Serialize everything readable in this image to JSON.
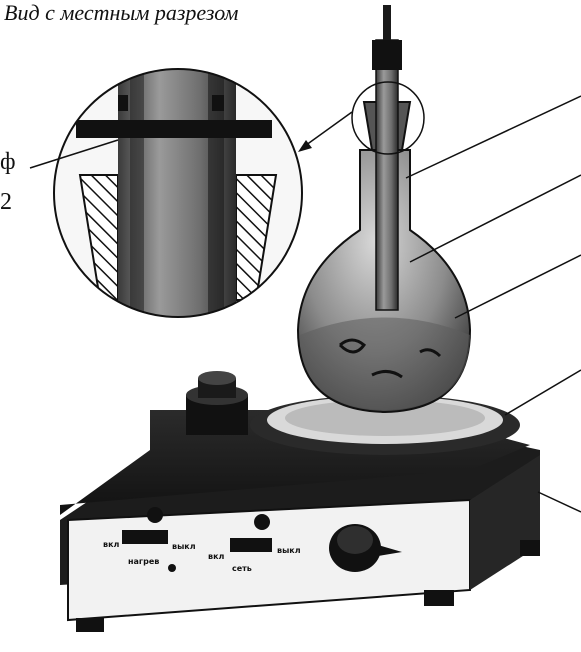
{
  "figure": {
    "title": "Вид с местным разрезом",
    "cut_labels": [
      "ф",
      "2"
    ]
  },
  "apparatus": {
    "panel": {
      "switch_heat": {
        "on_label": "вкл",
        "off_label": "выкл",
        "name_label": "нагрев"
      },
      "switch_power": {
        "on_label": "вкл",
        "off_label": "выкл",
        "name_label": "сеть"
      }
    }
  },
  "colors": {
    "ink": "#111111",
    "paper": "#ffffff",
    "metal_dark": "#1a1a1a",
    "glass": "#8a8a8a"
  }
}
